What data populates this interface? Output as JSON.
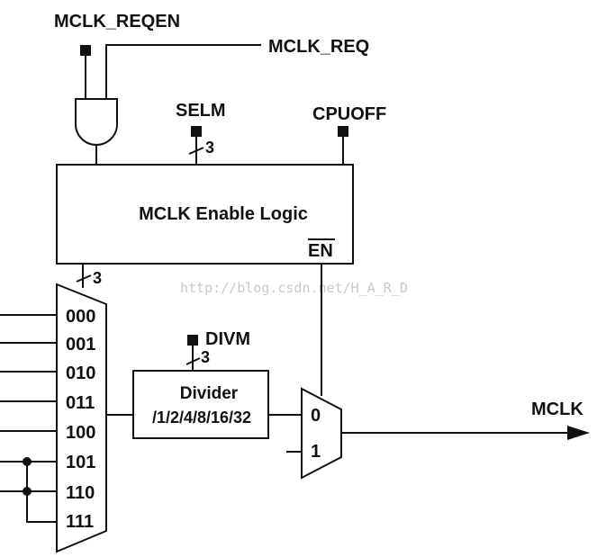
{
  "signals": {
    "mclk_reqen": "MCLK_REQEN",
    "mclk_req": "MCLK_REQ",
    "selm": "SELM",
    "cpuoff": "CPUOFF",
    "divm": "DIVM",
    "mclk_out": "MCLK"
  },
  "blocks": {
    "enable_logic": {
      "title": "MCLK Enable Logic",
      "enable_pin": "EN"
    },
    "divider": {
      "title": "Divider",
      "ratios": "/1/2/4/8/16/32"
    }
  },
  "bus_widths": {
    "selm": "3",
    "mux_select": "3",
    "divm": "3"
  },
  "mux_inputs": [
    "000",
    "001",
    "010",
    "011",
    "100",
    "101",
    "110",
    "111"
  ],
  "out_mux_inputs": [
    "0",
    "1"
  ],
  "watermark": "http://blog.csdn.net/H_A_R_D"
}
